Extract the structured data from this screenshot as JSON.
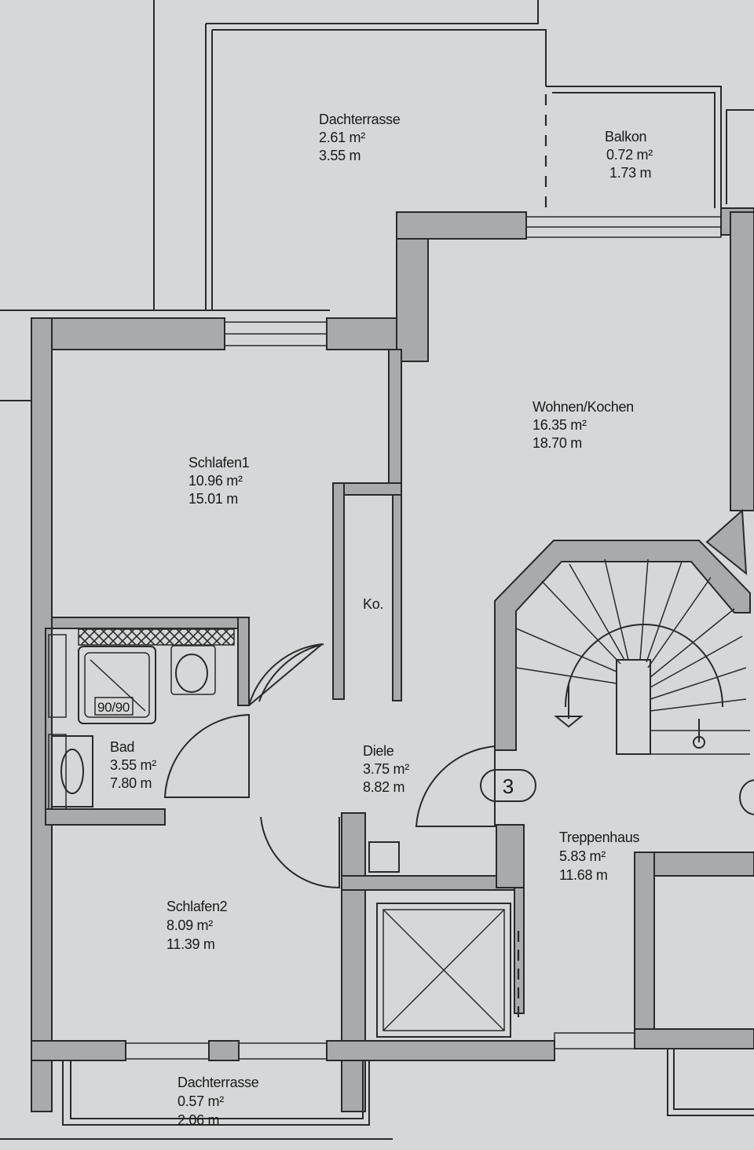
{
  "rooms": [
    {
      "id": "dachterrasse-top",
      "name": "Dachterrasse",
      "area": "2.61 m²",
      "perimeter": "3.55 m"
    },
    {
      "id": "balkon",
      "name": "Balkon",
      "area": "0.72 m²",
      "perimeter": "1.73 m"
    },
    {
      "id": "wohnen-kochen",
      "name": "Wohnen/Kochen",
      "area": "16.35 m²",
      "perimeter": "18.70 m"
    },
    {
      "id": "schlafen1",
      "name": "Schlafen1",
      "area": "10.96 m²",
      "perimeter": "15.01 m"
    },
    {
      "id": "kammer",
      "name": "Ko.",
      "area": "",
      "perimeter": ""
    },
    {
      "id": "bad",
      "name": "Bad",
      "area": "3.55 m²",
      "perimeter": "7.80 m"
    },
    {
      "id": "diele",
      "name": "Diele",
      "area": "3.75 m²",
      "perimeter": "8.82 m"
    },
    {
      "id": "treppenhaus",
      "name": "Treppenhaus",
      "area": "5.83 m²",
      "perimeter": "11.68 m"
    },
    {
      "id": "schlafen2",
      "name": "Schlafen2",
      "area": "8.09 m²",
      "perimeter": "11.39 m"
    },
    {
      "id": "dachterrasse-bottom",
      "name": "Dachterrasse",
      "area": "0.57 m²",
      "perimeter": "2.06 m"
    }
  ],
  "fixtures": {
    "shower_label": "90/90",
    "unit_number": "3"
  }
}
